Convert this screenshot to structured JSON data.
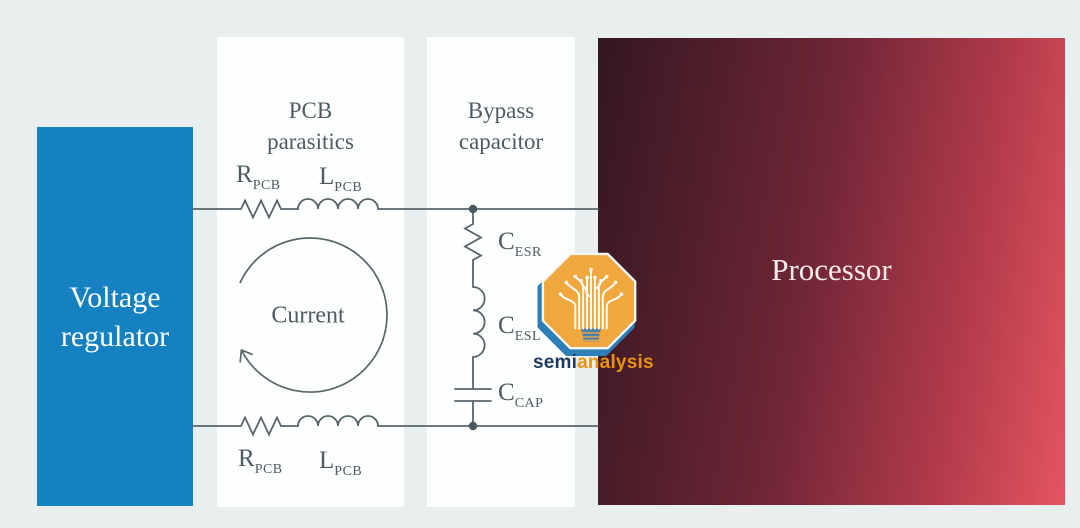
{
  "diagram": {
    "background_color": "#e8efee",
    "stroke_color": "#57666b",
    "text_color": "#4d5c62",
    "voltage_regulator": {
      "line1": "Voltage",
      "line2": "regulator",
      "color": "#1581c1"
    },
    "pcb_parasitics": {
      "line1": "PCB",
      "line2": "parasitics"
    },
    "bypass_capacitor": {
      "line1": "Bypass",
      "line2": "capacitor"
    },
    "processor": {
      "label": "Processor",
      "gradient_from": "#331721",
      "gradient_to": "#e4555f"
    },
    "current_loop": {
      "label": "Current",
      "direction": "clockwise"
    },
    "components": {
      "r_pcb_top": {
        "symbol": "R",
        "subscript": "PCB"
      },
      "l_pcb_top": {
        "symbol": "L",
        "subscript": "PCB"
      },
      "c_esr": {
        "symbol": "C",
        "subscript": "ESR"
      },
      "c_esl": {
        "symbol": "C",
        "subscript": "ESL"
      },
      "c_cap": {
        "symbol": "C",
        "subscript": "CAP"
      },
      "r_pcb_bottom": {
        "symbol": "R",
        "subscript": "PCB"
      },
      "l_pcb_bottom": {
        "symbol": "L",
        "subscript": "PCB"
      }
    }
  },
  "logo": {
    "brand_semi": "semi",
    "brand_analysis": "analysis",
    "octagon_color": "#f0a73e",
    "accent_blue": "#2e7fb7"
  }
}
